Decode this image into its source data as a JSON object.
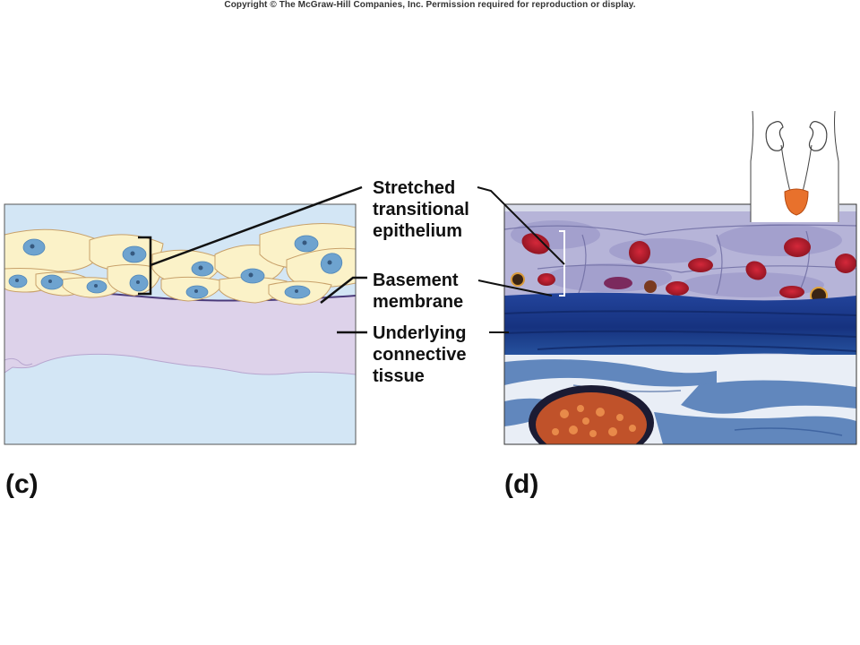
{
  "copyright": "Copyright © The McGraw-Hill Companies, Inc. Permission required for reproduction or display.",
  "labels": {
    "stretched": [
      "Stretched",
      "transitional",
      "epithelium"
    ],
    "basement": [
      "Basement",
      "membrane"
    ],
    "underlying": [
      "Underlying",
      "connective",
      "tissue"
    ]
  },
  "panels": {
    "c": "(c)",
    "d": "(d)"
  },
  "colors": {
    "sky": "#d3e6f5",
    "cell_fill": "#fbf2c8",
    "cell_stroke": "#c8a16a",
    "nucleus": "#6ea3cf",
    "connective": "#ddd2ea",
    "membrane": "#4a3a7a",
    "stain_blue": "#1f3f9a",
    "nucleus_red": "#b3192b",
    "organ": "#e8712c"
  }
}
